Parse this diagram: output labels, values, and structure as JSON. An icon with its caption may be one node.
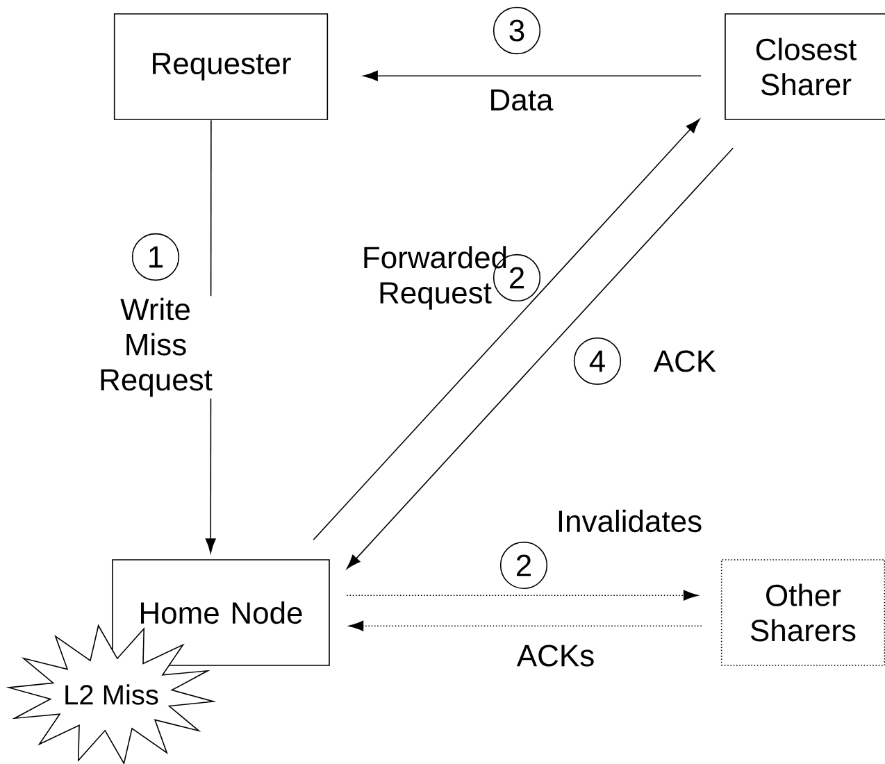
{
  "diagram": {
    "nodes": [
      {
        "text": [
          "Requester"
        ]
      },
      {
        "text": [
          "Closest Sharer"
        ]
      },
      {
        "text": [
          "Home Node"
        ]
      },
      {
        "text": [
          "Other Sharers"
        ]
      },
      {
        "text": [
          "L2 Miss"
        ]
      }
    ],
    "edges": [
      {
        "from": 0,
        "to": 2,
        "arrow": "to",
        "label": "Write Miss Request"
      },
      {
        "from": 1,
        "to": 0,
        "arrow": "to",
        "label": "Data"
      },
      {
        "from": 2,
        "to": 1,
        "arrow": "to",
        "label": "Forwarded Request"
      },
      {
        "from": 1,
        "to": 2,
        "arrow": "to",
        "label": "ACK"
      },
      {
        "from": 2,
        "to": 3,
        "arrow": "to",
        "label": "Invalidates",
        "style": "dashed"
      },
      {
        "from": 3,
        "to": 2,
        "arrow": "to",
        "label": "ACKs",
        "style": "dashed"
      }
    ],
    "labels": [
      "3",
      "1",
      "2",
      "4",
      "2"
    ]
  }
}
